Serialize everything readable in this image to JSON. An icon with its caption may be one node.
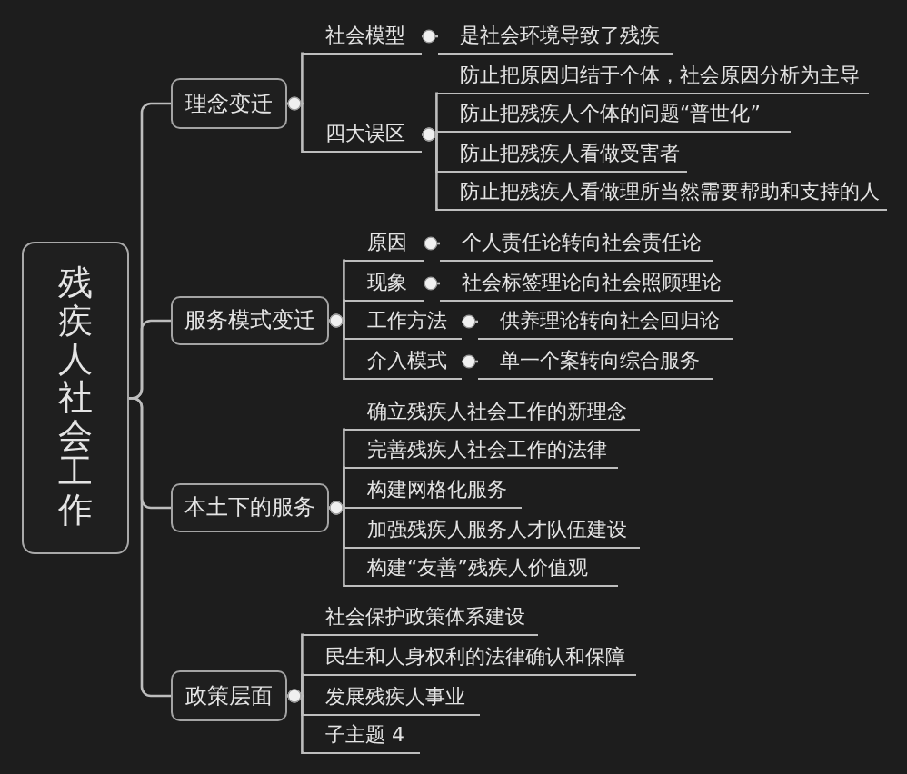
{
  "diagram": {
    "nodes": [
      {
        "text": [
          "残疾人社会工作"
        ]
      },
      {
        "text": [
          "理念变迁"
        ]
      },
      {
        "text": [
          "社会模型"
        ]
      },
      {
        "text": [
          "是社会环境导致了残疾"
        ]
      },
      {
        "text": [
          "四大误区"
        ]
      },
      {
        "text": [
          "防止把原因归结于个体，社会原因分析为主导"
        ]
      },
      {
        "text": [
          "防止把残疾人个体的问题“普世化”"
        ]
      },
      {
        "text": [
          "防止把残疾人看做受害者"
        ]
      },
      {
        "text": [
          "防止把残疾人看做理所当然需要帮助和支持的人"
        ]
      },
      {
        "text": [
          "服务模式变迁"
        ]
      },
      {
        "text": [
          "原因"
        ]
      },
      {
        "text": [
          "个人责任论转向社会责任论"
        ]
      },
      {
        "text": [
          "现象"
        ]
      },
      {
        "text": [
          "社会标签理论向社会照顾理论"
        ]
      },
      {
        "text": [
          "工作方法"
        ]
      },
      {
        "text": [
          "供养理论转向社会回归论"
        ]
      },
      {
        "text": [
          "介入模式"
        ]
      },
      {
        "text": [
          "单一个案转向综合服务"
        ]
      },
      {
        "text": [
          "本土下的服务"
        ]
      },
      {
        "text": [
          "确立残疾人社会工作的新理念"
        ]
      },
      {
        "text": [
          "完善残疾人社会工作的法律"
        ]
      },
      {
        "text": [
          "构建网格化服务"
        ]
      },
      {
        "text": [
          "加强残疾人服务人才队伍建设"
        ]
      },
      {
        "text": [
          "构建“友善”残疾人价值观"
        ]
      },
      {
        "text": [
          "政策层面"
        ]
      },
      {
        "text": [
          "社会保护政策体系建设"
        ]
      },
      {
        "text": [
          "民生和人身权利的法律确认和保障"
        ]
      },
      {
        "text": [
          "发展残疾人事业"
        ]
      },
      {
        "text": [
          "子主题 4"
        ]
      }
    ],
    "edges": [
      {
        "from": 0,
        "to": 1,
        "arrow": "none"
      },
      {
        "from": 0,
        "to": 9,
        "arrow": "none"
      },
      {
        "from": 0,
        "to": 18,
        "arrow": "none"
      },
      {
        "from": 0,
        "to": 24,
        "arrow": "none"
      },
      {
        "from": 1,
        "to": 2,
        "arrow": "other"
      },
      {
        "from": 1,
        "to": 4,
        "arrow": "other"
      },
      {
        "from": 2,
        "to": 3,
        "arrow": "other"
      },
      {
        "from": 4,
        "to": 5,
        "arrow": "other"
      },
      {
        "from": 4,
        "to": 6,
        "arrow": "other"
      },
      {
        "from": 4,
        "to": 7,
        "arrow": "other"
      },
      {
        "from": 4,
        "to": 8,
        "arrow": "other"
      },
      {
        "from": 9,
        "to": 10,
        "arrow": "other"
      },
      {
        "from": 9,
        "to": 12,
        "arrow": "other"
      },
      {
        "from": 9,
        "to": 14,
        "arrow": "other"
      },
      {
        "from": 9,
        "to": 16,
        "arrow": "other"
      },
      {
        "from": 10,
        "to": 11,
        "arrow": "other"
      },
      {
        "from": 12,
        "to": 13,
        "arrow": "other"
      },
      {
        "from": 14,
        "to": 15,
        "arrow": "other"
      },
      {
        "from": 16,
        "to": 17,
        "arrow": "other"
      },
      {
        "from": 18,
        "to": 19,
        "arrow": "other"
      },
      {
        "from": 18,
        "to": 20,
        "arrow": "other"
      },
      {
        "from": 18,
        "to": 21,
        "arrow": "other"
      },
      {
        "from": 18,
        "to": 22,
        "arrow": "other"
      },
      {
        "from": 18,
        "to": 23,
        "arrow": "other"
      },
      {
        "from": 24,
        "to": 25,
        "arrow": "other"
      },
      {
        "from": 24,
        "to": 26,
        "arrow": "other"
      },
      {
        "from": 24,
        "to": 27,
        "arrow": "other"
      },
      {
        "from": 24,
        "to": 28,
        "arrow": "other"
      }
    ]
  }
}
